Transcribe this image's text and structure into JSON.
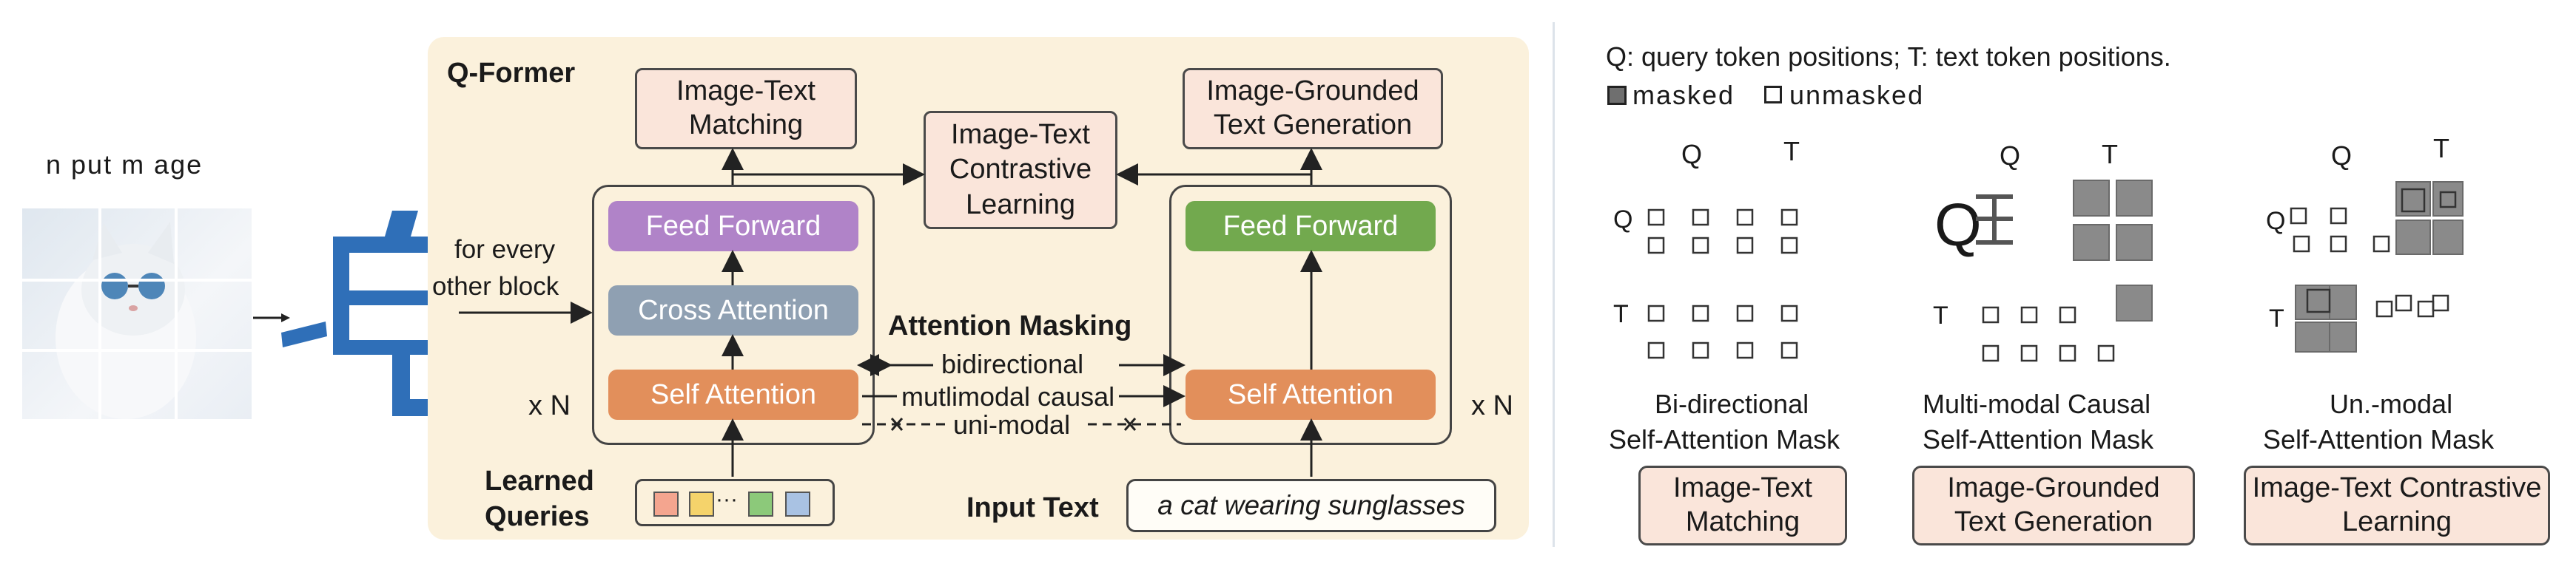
{
  "input_image": {
    "label": "n put m age"
  },
  "qformer": {
    "title": "Q-Former",
    "itm": "Image-Text Matching",
    "itc": "Image-Text Contrastive Learning",
    "itg": "Image-Grounded Text Generation",
    "feed_forward_left": "Feed Forward",
    "cross_attention": "Cross Attention",
    "self_attention_left": "Self Attention",
    "feed_forward_right": "Feed Forward",
    "self_attention_right": "Self Attention",
    "for_every": "for every",
    "other_block": "other block",
    "xn_left": "x N",
    "xn_right": "x N",
    "attention_masking": "Attention Masking",
    "bidirectional": "bidirectional",
    "multimodal_causal": "mutlimodal causal",
    "unimodal": "uni-modal",
    "learned_queries": "Learned Queries",
    "input_text_label": "Input Text",
    "input_text_value": "a cat wearing sunglasses",
    "query_colors": [
      "#f4a58f",
      "#f5d36b",
      "#8cc97a",
      "#a9c2e3"
    ],
    "query_ellipsis": "···"
  },
  "legend": {
    "line1": "Q: query token positions;   T: text token positions.",
    "masked": "masked",
    "unmasked": "unmasked"
  },
  "masks": [
    {
      "q": "Q",
      "t": "T",
      "caption_line1": "Bi-directional",
      "caption_line2": "Self-Attention Mask",
      "task": "Image-Text Matching"
    },
    {
      "q": "Q",
      "t": "T",
      "caption_line1": "Multi-modal Causal",
      "caption_line2": "Self-Attention Mask",
      "task": "Image-Grounded Text Generation"
    },
    {
      "q": "Q",
      "t": "T",
      "caption_line1": "Un.-modal",
      "caption_line2": "Self-Attention Mask",
      "task": "Image-Text Contrastive Learning"
    }
  ],
  "colors": {
    "panel_bg": "#fbf1dc",
    "pink": "#fae5da",
    "purple": "#b083c8",
    "slate": "#8fa0b2",
    "orange": "#e28f5b",
    "green": "#72a94e",
    "encoder_blue": "#2f6fb8",
    "mask_gray": "#8a8a8a"
  }
}
